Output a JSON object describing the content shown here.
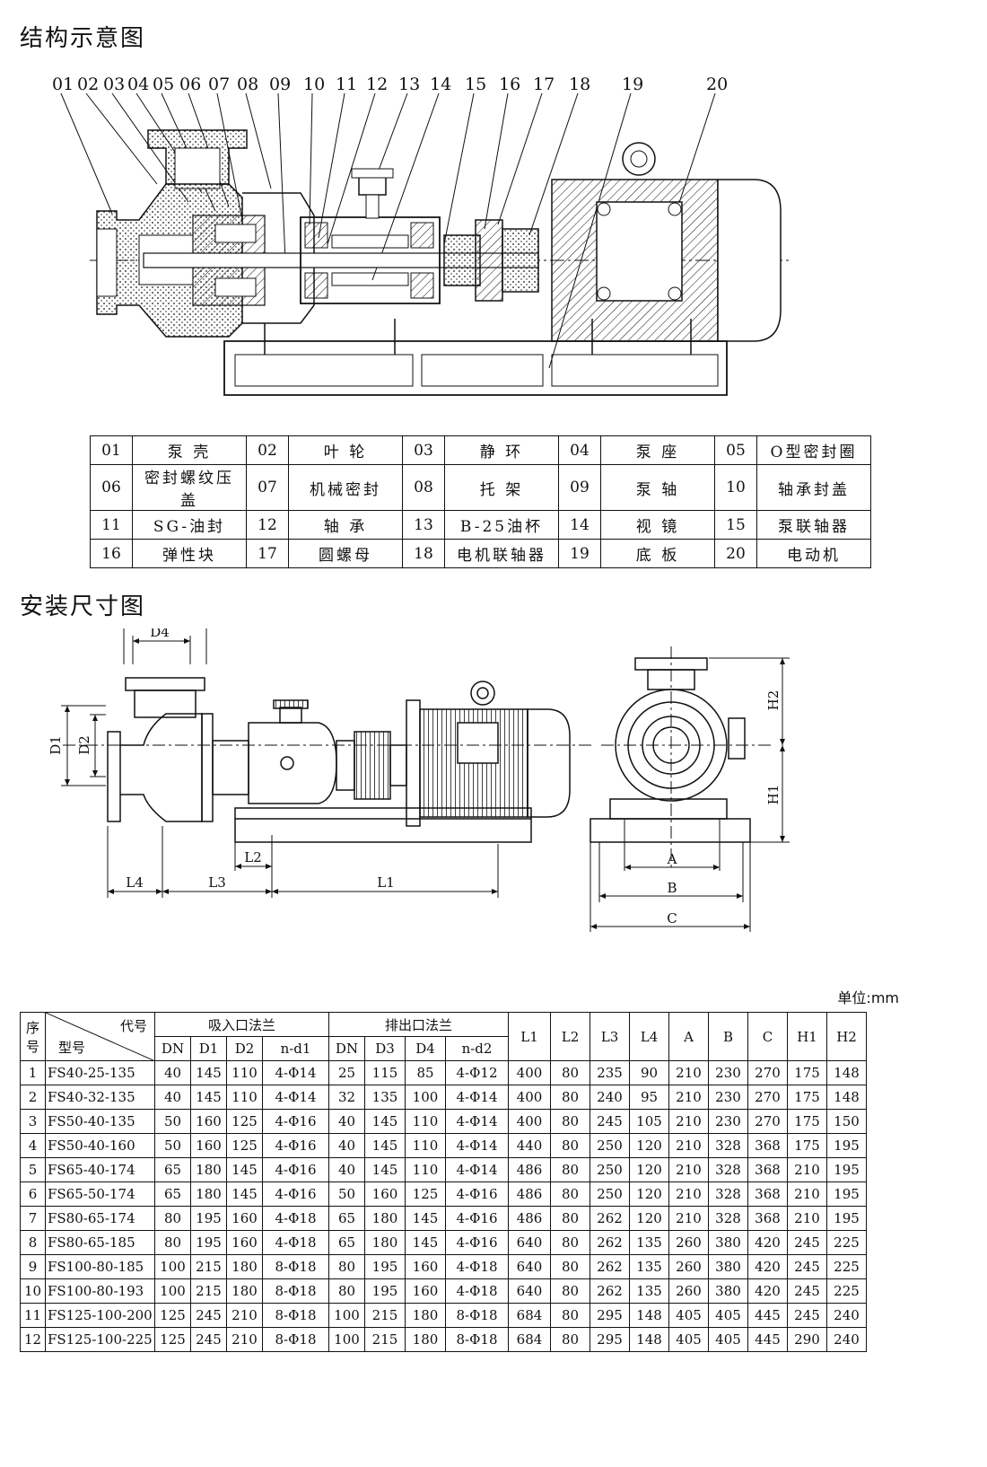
{
  "titles": {
    "structure": "结构示意图",
    "install": "安装尺寸图"
  },
  "callouts": [
    "01",
    "02",
    "03",
    "04",
    "05",
    "06",
    "07",
    "08",
    "09",
    "10",
    "11",
    "12",
    "13",
    "14",
    "15",
    "16",
    "17",
    "18",
    "19",
    "20"
  ],
  "parts": [
    {
      "num": "01",
      "name": "泵  壳"
    },
    {
      "num": "02",
      "name": "叶  轮"
    },
    {
      "num": "03",
      "name": "静  环"
    },
    {
      "num": "04",
      "name": "泵  座"
    },
    {
      "num": "05",
      "name": "O型密封圈"
    },
    {
      "num": "06",
      "name": "密封螺纹压盖"
    },
    {
      "num": "07",
      "name": "机械密封"
    },
    {
      "num": "08",
      "name": "托  架"
    },
    {
      "num": "09",
      "name": "泵  轴"
    },
    {
      "num": "10",
      "name": "轴承封盖"
    },
    {
      "num": "11",
      "name": "SG-油封"
    },
    {
      "num": "12",
      "name": "轴  承"
    },
    {
      "num": "13",
      "name": "B-25油杯"
    },
    {
      "num": "14",
      "name": "视  镜"
    },
    {
      "num": "15",
      "name": "泵联轴器"
    },
    {
      "num": "16",
      "name": "弹性块"
    },
    {
      "num": "17",
      "name": "圆螺母"
    },
    {
      "num": "18",
      "name": "电机联轴器"
    },
    {
      "num": "19",
      "name": "底  板"
    },
    {
      "num": "20",
      "name": "电动机"
    }
  ],
  "dims": {
    "D3": "D3",
    "D4": "D4",
    "D1": "D1",
    "D2": "D2",
    "L2": "L2",
    "L4": "L4",
    "L3": "L3",
    "L1": "L1",
    "H2": "H2",
    "H1": "H1",
    "A": "A",
    "B": "B",
    "C": "C"
  },
  "unit": "单位:mm",
  "table": {
    "h_seq": "序号",
    "h_code": "代号",
    "h_model": "型号",
    "h_suction": "吸入口法兰",
    "h_discharge": "排出口法兰",
    "cols": [
      "DN",
      "D1",
      "D2",
      "n-d1",
      "DN",
      "D3",
      "D4",
      "n-d2",
      "L1",
      "L2",
      "L3",
      "L4",
      "A",
      "B",
      "C",
      "H1",
      "H2"
    ],
    "rows": [
      [
        "1",
        "FS40-25-135",
        "40",
        "145",
        "110",
        "4-Φ14",
        "25",
        "115",
        "85",
        "4-Φ12",
        "400",
        "80",
        "235",
        "90",
        "210",
        "230",
        "270",
        "175",
        "148"
      ],
      [
        "2",
        "FS40-32-135",
        "40",
        "145",
        "110",
        "4-Φ14",
        "32",
        "135",
        "100",
        "4-Φ14",
        "400",
        "80",
        "240",
        "95",
        "210",
        "230",
        "270",
        "175",
        "148"
      ],
      [
        "3",
        "FS50-40-135",
        "50",
        "160",
        "125",
        "4-Φ16",
        "40",
        "145",
        "110",
        "4-Φ14",
        "400",
        "80",
        "245",
        "105",
        "210",
        "230",
        "270",
        "175",
        "150"
      ],
      [
        "4",
        "FS50-40-160",
        "50",
        "160",
        "125",
        "4-Φ16",
        "40",
        "145",
        "110",
        "4-Φ14",
        "440",
        "80",
        "250",
        "120",
        "210",
        "328",
        "368",
        "175",
        "195"
      ],
      [
        "5",
        "FS65-40-174",
        "65",
        "180",
        "145",
        "4-Φ16",
        "40",
        "145",
        "110",
        "4-Φ14",
        "486",
        "80",
        "250",
        "120",
        "210",
        "328",
        "368",
        "210",
        "195"
      ],
      [
        "6",
        "FS65-50-174",
        "65",
        "180",
        "145",
        "4-Φ16",
        "50",
        "160",
        "125",
        "4-Φ16",
        "486",
        "80",
        "250",
        "120",
        "210",
        "328",
        "368",
        "210",
        "195"
      ],
      [
        "7",
        "FS80-65-174",
        "80",
        "195",
        "160",
        "4-Φ18",
        "65",
        "180",
        "145",
        "4-Φ16",
        "486",
        "80",
        "262",
        "120",
        "210",
        "328",
        "368",
        "210",
        "195"
      ],
      [
        "8",
        "FS80-65-185",
        "80",
        "195",
        "160",
        "4-Φ18",
        "65",
        "180",
        "145",
        "4-Φ16",
        "640",
        "80",
        "262",
        "135",
        "260",
        "380",
        "420",
        "245",
        "225"
      ],
      [
        "9",
        "FS100-80-185",
        "100",
        "215",
        "180",
        "8-Φ18",
        "80",
        "195",
        "160",
        "4-Φ18",
        "640",
        "80",
        "262",
        "135",
        "260",
        "380",
        "420",
        "245",
        "225"
      ],
      [
        "10",
        "FS100-80-193",
        "100",
        "215",
        "180",
        "8-Φ18",
        "80",
        "195",
        "160",
        "4-Φ18",
        "640",
        "80",
        "262",
        "135",
        "260",
        "380",
        "420",
        "245",
        "225"
      ],
      [
        "11",
        "FS125-100-200",
        "125",
        "245",
        "210",
        "8-Φ18",
        "100",
        "215",
        "180",
        "8-Φ18",
        "684",
        "80",
        "295",
        "148",
        "405",
        "405",
        "445",
        "245",
        "240"
      ],
      [
        "12",
        "FS125-100-225",
        "125",
        "245",
        "210",
        "8-Φ18",
        "100",
        "215",
        "180",
        "8-Φ18",
        "684",
        "80",
        "295",
        "148",
        "405",
        "405",
        "445",
        "290",
        "240"
      ]
    ]
  }
}
